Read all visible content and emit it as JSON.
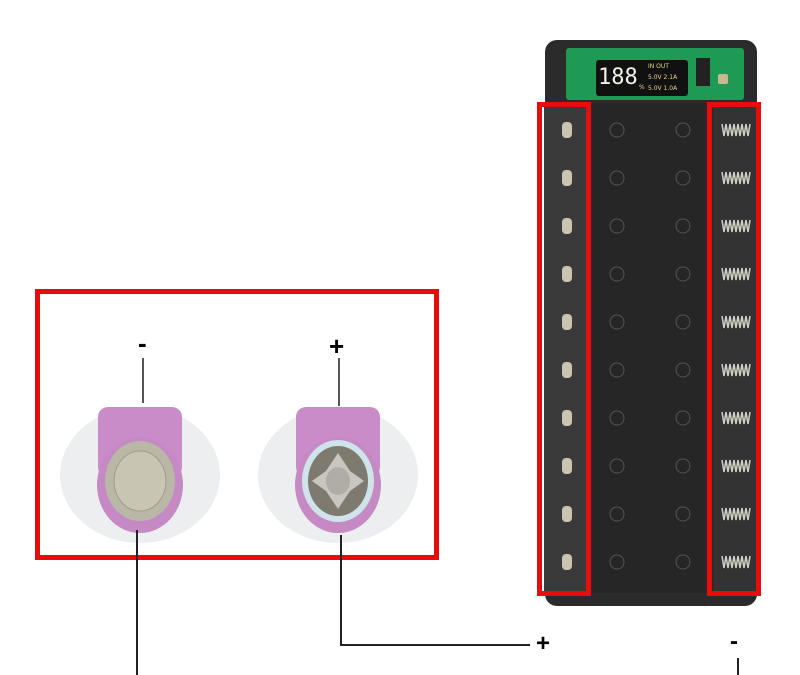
{
  "labels": {
    "battery_negative": "-",
    "battery_positive": "+",
    "holder_positive": "+",
    "holder_negative": "-"
  },
  "display": {
    "digits": "188",
    "percent": "%",
    "header": "IN OUT",
    "row1": "5.0V 2.1A",
    "row2": "5.0V 1.0A"
  },
  "colors": {
    "highlight": "#e80d0d",
    "battery_wrap": "#c98cc8",
    "case": "#2b2b2b",
    "pcb": "#1f9a55"
  },
  "holder": {
    "rows": 10
  }
}
